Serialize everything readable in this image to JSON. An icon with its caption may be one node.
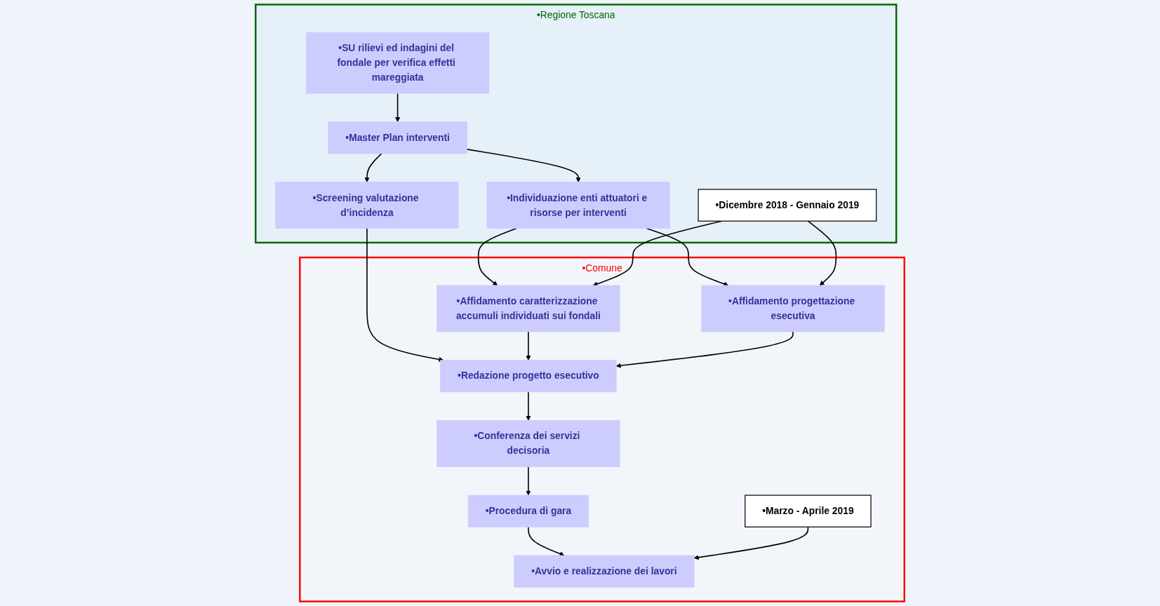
{
  "diagram": {
    "nodes": [
      {
        "text": [
          "•Regione Toscana"
        ]
      },
      {
        "text": [
          "•SU rilievi ed indagini del fondale per verifica effetti mareggiata"
        ],
        "in": 0
      },
      {
        "text": [
          "•Master Plan interventi"
        ],
        "in": 0
      },
      {
        "text": [
          "•Screening valutazione d’incidenza"
        ],
        "in": 0
      },
      {
        "text": [
          "•Individuazione enti attuatori e risorse per interventi"
        ],
        "in": 0
      },
      {
        "text": [
          "•Dicembre 2018 - Gennaio 2019"
        ],
        "in": 0
      },
      {
        "text": [
          "•Comune"
        ]
      },
      {
        "text": [
          "•Redazione progetto esecutivo"
        ],
        "in": 6
      },
      {
        "text": [
          "•Affidamento caratterizzazione accumuli individuati sui fondali"
        ],
        "in": 6
      },
      {
        "text": [
          "•Conferenza dei servizi decisoria"
        ],
        "in": 6
      },
      {
        "text": [
          "•Affidamento progettazione esecutiva"
        ],
        "in": 6
      },
      {
        "text": [
          "•Marzo - Aprile 2019"
        ],
        "in": 6
      },
      {
        "text": [
          "•Procedura di gara"
        ],
        "in": 6
      },
      {
        "text": [
          "•Avvio e realizzazione dei lavori"
        ],
        "in": 6
      }
    ],
    "edges": [
      {
        "from": 1,
        "to": 2,
        "arrow": "to"
      },
      {
        "from": 2,
        "to": 3,
        "arrow": "to"
      },
      {
        "from": 2,
        "to": 4,
        "arrow": "to"
      },
      {
        "from": 3,
        "to": 7,
        "arrow": "to"
      },
      {
        "from": 4,
        "to": 8,
        "arrow": "to"
      },
      {
        "from": 4,
        "to": 10,
        "arrow": "to"
      },
      {
        "from": 5,
        "to": 8,
        "arrow": "to"
      },
      {
        "from": 5,
        "to": 10,
        "arrow": "to"
      },
      {
        "from": 8,
        "to": 7,
        "arrow": "to"
      },
      {
        "from": 10,
        "to": 7,
        "arrow": "to"
      },
      {
        "from": 7,
        "to": 9,
        "arrow": "to"
      },
      {
        "from": 9,
        "to": 12,
        "arrow": "to"
      },
      {
        "from": 12,
        "to": 13,
        "arrow": "to"
      },
      {
        "from": 11,
        "to": 13,
        "arrow": "to"
      }
    ]
  }
}
